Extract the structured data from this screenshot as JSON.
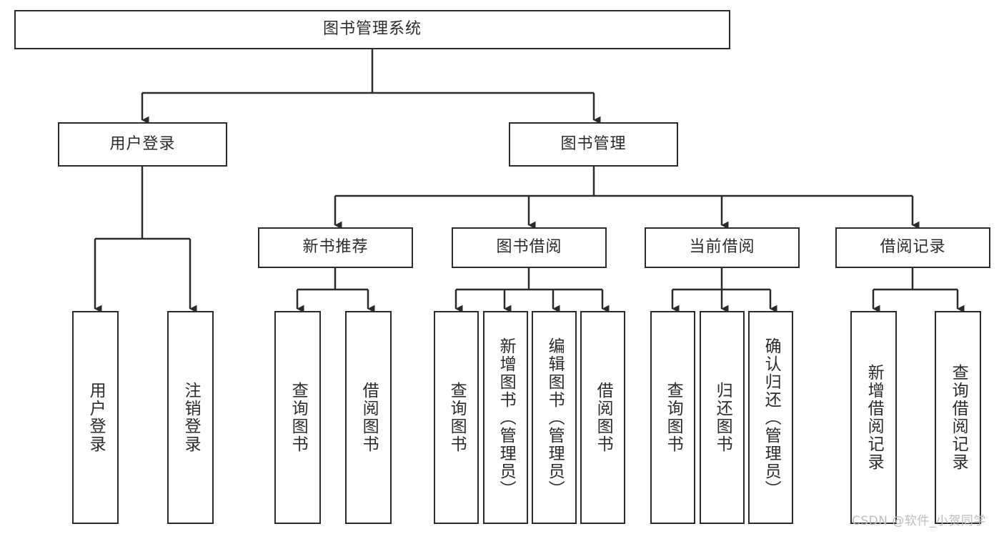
{
  "diagram": {
    "title": "图书管理系统",
    "type": "tree-hierarchy-chart",
    "colors": {
      "stroke": "#2b2b2b",
      "fill": "#ffffff",
      "watermark": "#bdbdbd"
    },
    "root": {
      "label": "图书管理系统"
    },
    "level2": [
      {
        "label": "用户登录"
      },
      {
        "label": "图书管理"
      }
    ],
    "level3": [
      {
        "label": "新书推荐"
      },
      {
        "label": "图书借阅"
      },
      {
        "label": "当前借阅"
      },
      {
        "label": "借阅记录"
      }
    ],
    "leaves": {
      "user_login": [
        {
          "label": "用户登录"
        },
        {
          "label": "注销登录"
        }
      ],
      "new_book_recommend": [
        {
          "label": "查询图书"
        },
        {
          "label": "借阅图书"
        }
      ],
      "book_borrow": [
        {
          "label": "查询图书"
        },
        {
          "label": "新增图书（管理员）"
        },
        {
          "label": "编辑图书（管理员）"
        },
        {
          "label": "借阅图书"
        }
      ],
      "current_borrow": [
        {
          "label": "查询图书"
        },
        {
          "label": "归还图书"
        },
        {
          "label": "确认归还（管理员）"
        }
      ],
      "borrow_record": [
        {
          "label": "新增借阅记录"
        },
        {
          "label": "查询借阅记录"
        }
      ]
    },
    "watermark": "CSDN @软件_小贺同学"
  }
}
